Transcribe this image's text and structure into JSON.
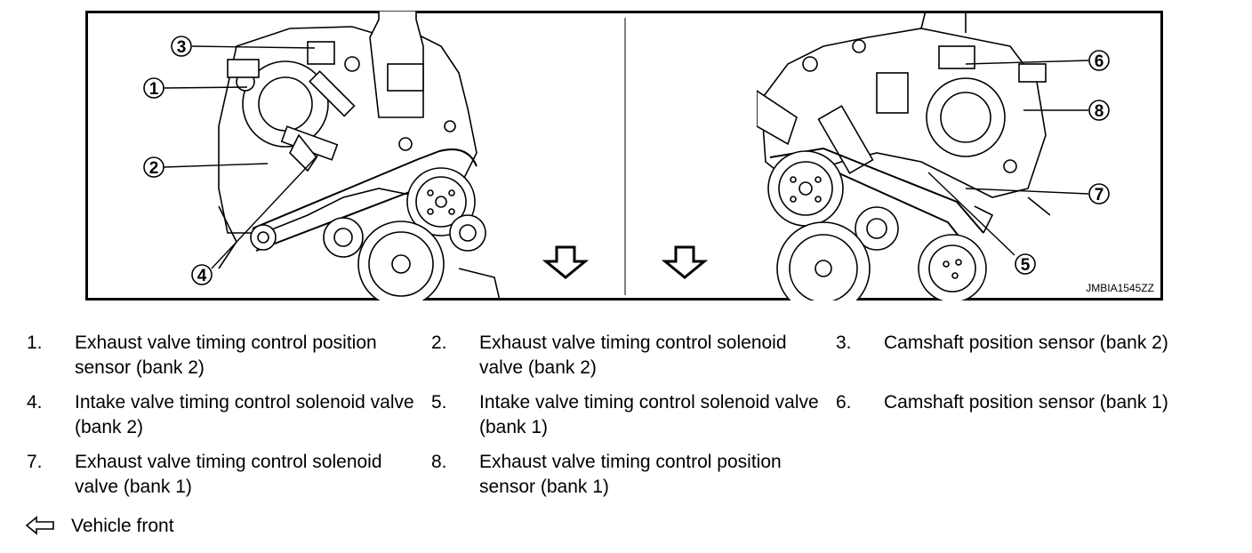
{
  "figure": {
    "id_label": "JMBIA1545ZZ",
    "callouts": [
      "1",
      "2",
      "3",
      "4",
      "5",
      "6",
      "7",
      "8"
    ],
    "front_arrow_icon": "hollow-arrow-down"
  },
  "legend": {
    "items": [
      {
        "num": "1.",
        "text": "Exhaust valve timing control position sensor (bank 2)"
      },
      {
        "num": "2.",
        "text": "Exhaust valve timing control solenoid valve (bank 2)"
      },
      {
        "num": "3.",
        "text": "Camshaft position sensor (bank 2)"
      },
      {
        "num": "4.",
        "text": "Intake valve timing control solenoid valve (bank 2)"
      },
      {
        "num": "5.",
        "text": "Intake valve timing control solenoid valve (bank 1)"
      },
      {
        "num": "6.",
        "text": "Camshaft position sensor (bank 1)"
      },
      {
        "num": "7.",
        "text": "Exhaust valve timing control solenoid valve (bank 1)"
      },
      {
        "num": "8.",
        "text": "Exhaust valve timing control position sensor (bank 1)"
      }
    ],
    "front_icon": "hollow-arrow-left",
    "front_label": "Vehicle front"
  }
}
